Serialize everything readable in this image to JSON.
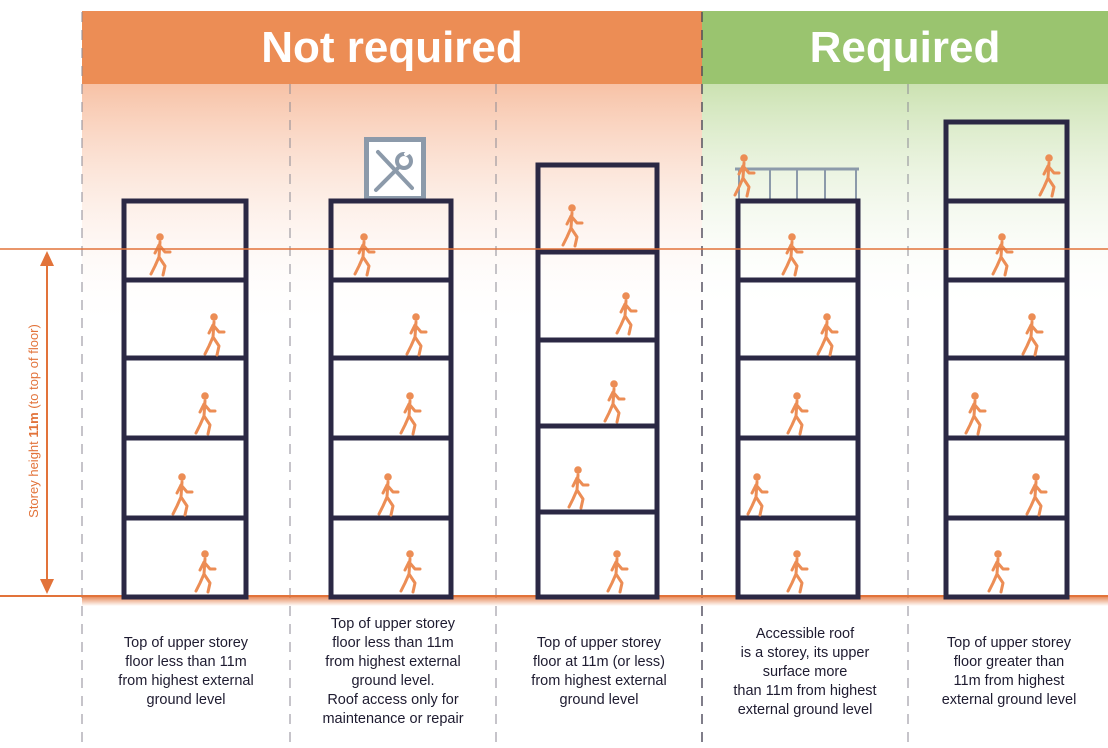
{
  "headers": {
    "not_required": "Not required",
    "required": "Required"
  },
  "axis": {
    "label_prefix": "Storey height ",
    "label_bold": "11m",
    "label_suffix": " (to top of floor)"
  },
  "captions": [
    [
      "Top of upper storey",
      "floor less than 11m",
      "from highest external",
      "ground level"
    ],
    [
      "Top of upper storey",
      "floor less than 11m",
      "from highest external",
      "ground level.",
      "Roof access only for",
      "maintenance or repair"
    ],
    [
      "Top of upper storey",
      "floor at 11m (or less)",
      "from highest external",
      "ground level"
    ],
    [
      "Accessible roof",
      "is a storey, its upper",
      "surface more",
      "than 11m from highest",
      "external ground level"
    ],
    [
      "Top of upper storey",
      "floor greater than",
      "11m from highest",
      "external ground level"
    ]
  ],
  "icons": {
    "maintenance": "maintenance-tools-icon",
    "person": "person-walking-icon"
  },
  "colors": {
    "orange": "#ec8d55",
    "green": "#9ac46f",
    "building": "#2b2844",
    "reference_line": "#e2733a",
    "railing": "#8c9aaa",
    "text": "#1e1b30"
  }
}
